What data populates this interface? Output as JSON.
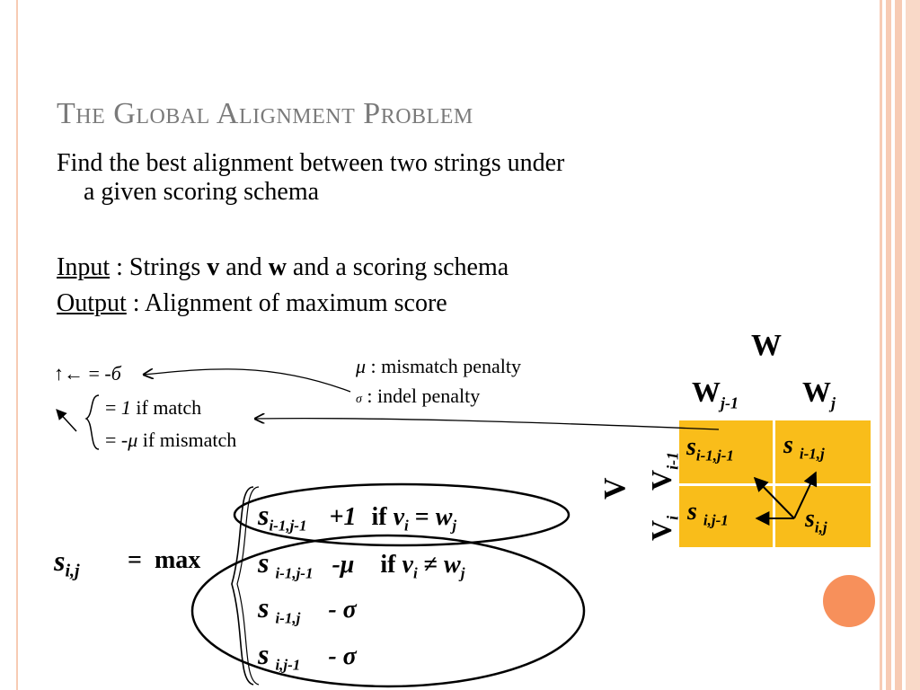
{
  "title": "The Global Alignment Problem",
  "intro_line1": "Find the best alignment between two strings under",
  "intro_line2": "a given scoring schema",
  "input": {
    "label": "Input",
    "text_a": " : Strings ",
    "v": "v",
    "text_b": " and ",
    "w": "w",
    "text_c": " and a scoring schema"
  },
  "output": {
    "label": "Output",
    "text": " : Alignment of maximum score"
  },
  "legend": {
    "mu_symbol": "μ",
    "mu_text": " : mismatch penalty",
    "sigma_symbol": "σ",
    "sigma_text": " : indel penalty"
  },
  "scores": {
    "hv_arrows": "↑←",
    "hv_eq": " = -",
    "hv_sigma": "б",
    "match_eq": "= ",
    "match_val": "1",
    "match_text": " if match",
    "mismatch_eq": "= -",
    "mismatch_val": "μ",
    "mismatch_text": " if mismatch"
  },
  "matrix": {
    "w_label": "W",
    "wj1": "W",
    "wj1_sub": "j-1",
    "wj": "W",
    "wj_sub": "j",
    "v_label": "V",
    "vi1": "V",
    "vi1_sub": "i-1",
    "vi": "V",
    "vi_sub": "i",
    "cell_tl": "s",
    "cell_tl_sub": "i-1,j-1",
    "cell_tr": "s",
    "cell_tr_sub": "i-1,j",
    "cell_bl": "s",
    "cell_bl_sub": "i,j-1",
    "cell_br": "s",
    "cell_br_sub": "i,j"
  },
  "recurrence": {
    "lhs": "s",
    "lhs_sub": "i,j",
    "eq_max": "=  max",
    "r1_s": "s",
    "r1_sub": "i-1,j-1",
    "r1_term": "+1",
    "r1_if": "if ",
    "r1_cond_v": "v",
    "r1_cond_vi": "i",
    "r1_cond_op": " = ",
    "r1_cond_w": "w",
    "r1_cond_wj": "j",
    "r2_s": "s",
    "r2_sub": "i-1,j-1",
    "r2_term": "-μ",
    "r2_if": "if ",
    "r2_cond_v": "v",
    "r2_cond_vi": "i",
    "r2_cond_op": " ≠ ",
    "r2_cond_w": "w",
    "r2_cond_wj": "j",
    "r3_s": "s",
    "r3_sub": "i-1,j",
    "r3_term": "- σ",
    "r4_s": "s",
    "r4_sub": "i,j-1",
    "r4_term": "- σ"
  },
  "colors": {
    "accent_orange": "#f7905b",
    "stripe_peach": "#f7cbb4",
    "cell_yellow": "#f9bd1a",
    "title_gray": "#7a7a7a"
  }
}
